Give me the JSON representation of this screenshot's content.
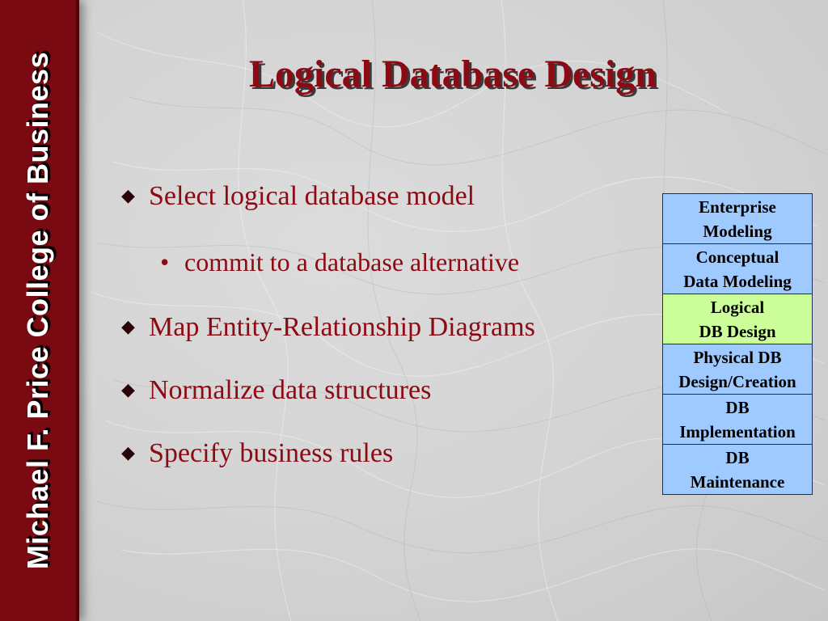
{
  "sidebar": {
    "text": "Michael F. Price College of Business"
  },
  "slide": {
    "title": "Logical Database Design",
    "bullets": [
      {
        "level": 1,
        "marker": "◆",
        "text": "Select logical database model"
      },
      {
        "level": 2,
        "marker": "•",
        "text": "commit to a database alternative"
      },
      {
        "level": 1,
        "marker": "◆",
        "text": "Map Entity-Relationship Diagrams"
      },
      {
        "level": 1,
        "marker": "◆",
        "text": "Normalize data structures"
      },
      {
        "level": 1,
        "marker": "◆",
        "text": "Specify business rules"
      }
    ]
  },
  "phases": [
    {
      "line1": "Enterprise",
      "line2": "Modeling",
      "active": false
    },
    {
      "line1": "Conceptual",
      "line2": "Data Modeling",
      "active": false
    },
    {
      "line1": "Logical",
      "line2": "DB Design",
      "active": true
    },
    {
      "line1": "Physical DB",
      "line2": "Design/Creation",
      "active": false
    },
    {
      "line1": "DB",
      "line2": "Implementation",
      "active": false
    },
    {
      "line1": "DB",
      "line2": "Maintenance",
      "active": false
    }
  ],
  "colors": {
    "sidebar_bg": "#7a0a12",
    "title_text": "#8b0a14",
    "phase_box": "#9fcaff",
    "phase_active": "#ccff99"
  }
}
